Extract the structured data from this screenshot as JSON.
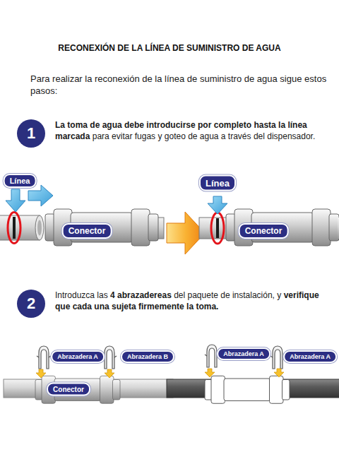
{
  "diagram": {
    "title": "RECONEXIÓN DE LA LÍNEA DE SUMINISTRO DE AGUA",
    "nodes": [
      {
        "text": [
          "1"
        ]
      },
      {
        "text": [
          "Línea"
        ]
      },
      {
        "text": [
          "Conector"
        ]
      },
      {
        "text": [
          "Línea"
        ]
      },
      {
        "text": [
          "Conector"
        ]
      },
      {
        "text": [
          "2"
        ]
      },
      {
        "text": [
          "Abrazadera A"
        ]
      },
      {
        "text": [
          "Abrazadera B"
        ]
      },
      {
        "text": [
          "Conector"
        ]
      },
      {
        "text": [
          "Abrazadera A"
        ]
      },
      {
        "text": [
          "Abrazadera A"
        ]
      }
    ],
    "labels": [
      "Para realizar la reconexión de la línea de suministro de agua sigue estos pasos:",
      "La toma de agua debe introducirse por completo hasta la línea marcada",
      "para evitar fugas y goteo de agua a través del dispensador.",
      "Introduzca las",
      "4 abrazadereas",
      "del paquete de instalación, y",
      "verifique que cada una sujeta firmemente la toma."
    ]
  }
}
